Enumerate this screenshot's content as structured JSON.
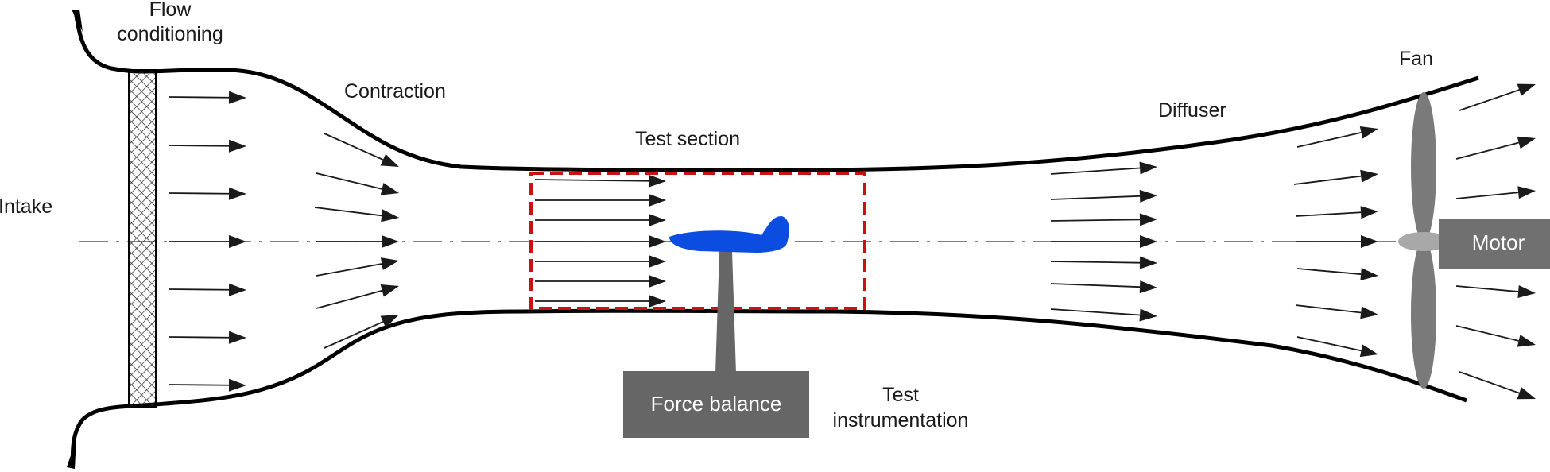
{
  "labels": {
    "flow_conditioning_line1": "Flow",
    "flow_conditioning_line2": "conditioning",
    "intake": "Intake",
    "contraction": "Contraction",
    "test_section": "Test section",
    "diffuser": "Diffuser",
    "fan": "Fan",
    "motor": "Motor",
    "force_balance": "Force balance",
    "test_instrumentation_line1": "Test",
    "test_instrumentation_line2": "instrumentation"
  },
  "colors": {
    "tunnel_wall": "#000000",
    "arrow": "#1a1a1a",
    "test_section_outline": "#cc1111",
    "aircraft_model": "#0a4de0",
    "balance_box": "#666666",
    "motor_box": "#707070",
    "fan_blade": "#7a7a7a",
    "fan_hub": "#a8a8a8",
    "centerline": "#333333"
  }
}
